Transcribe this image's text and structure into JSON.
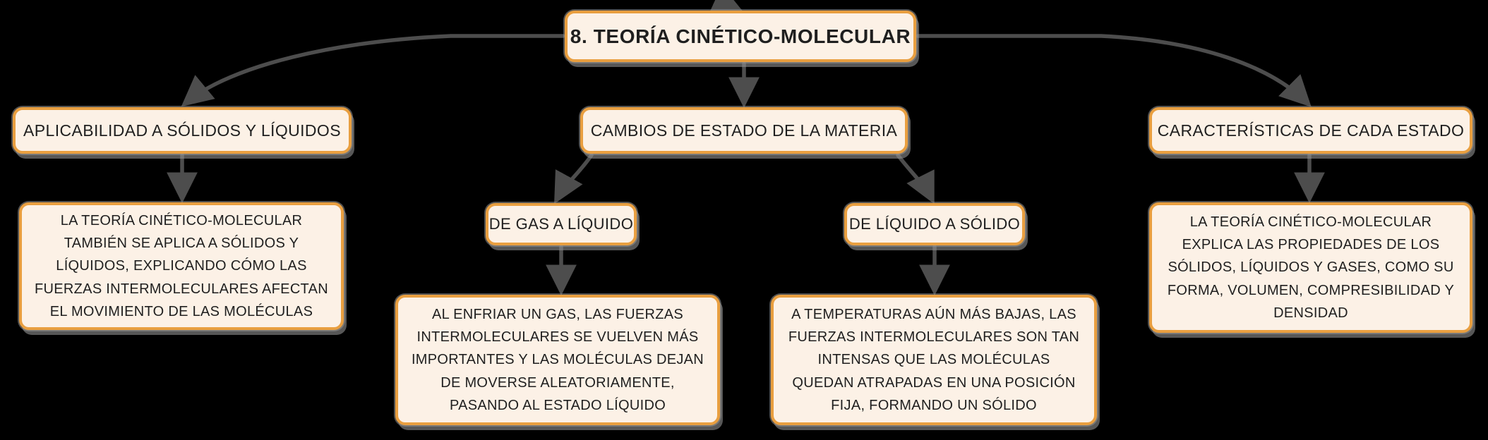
{
  "diagram": {
    "type": "mind-map",
    "title": "8. TEORÍA CINÉTICO-MOLECULAR",
    "branches": [
      {
        "label": "APLICABILIDAD A SÓLIDOS Y LÍQUIDOS",
        "detail": "LA TEORÍA CINÉTICO-MOLECULAR TAMBIÉN SE APLICA A SÓLIDOS Y LÍQUIDOS, EXPLICANDO CÓMO LAS FUERZAS INTERMOLECULARES AFECTAN EL MOVIMIENTO DE LAS MOLÉCULAS"
      },
      {
        "label": "CAMBIOS DE ESTADO DE LA MATERIA",
        "children": [
          {
            "label": "DE GAS A LÍQUIDO",
            "detail": "AL ENFRIAR UN GAS, LAS FUERZAS INTERMOLECULARES SE VUELVEN MÁS IMPORTANTES Y LAS MOLÉCULAS DEJAN DE MOVERSE ALEATORIAMENTE, PASANDO AL ESTADO LÍQUIDO"
          },
          {
            "label": "DE LÍQUIDO A SÓLIDO",
            "detail": "A TEMPERATURAS AÚN MÁS BAJAS, LAS FUERZAS INTERMOLECULARES SON TAN INTENSAS QUE LAS MOLÉCULAS QUEDAN ATRAPADAS EN UNA POSICIÓN FIJA, FORMANDO UN SÓLIDO"
          }
        ]
      },
      {
        "label": "CARACTERÍSTICAS DE CADA ESTADO",
        "detail": "LA TEORÍA CINÉTICO-MOLECULAR EXPLICA LAS PROPIEDADES DE LOS SÓLIDOS, LÍQUIDOS Y GASES, COMO SU FORMA, VOLUMEN, COMPRESIBILIDAD Y DENSIDAD"
      }
    ],
    "colors": {
      "background": "#000000",
      "node_fill": "#FCF1E6",
      "node_border": "#E99F40",
      "node_shadow": "#8E8E8E",
      "connector": "#4D4D4D",
      "text": "#1F1F1F"
    }
  }
}
